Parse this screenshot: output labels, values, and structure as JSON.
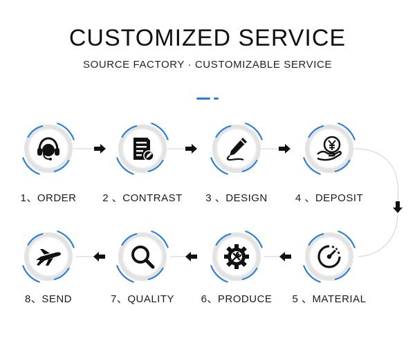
{
  "header": {
    "title": "CUSTOMIZED SERVICE",
    "subtitle": "SOURCE FACTORY · CUSTOMIZABLE SERVICE"
  },
  "colors": {
    "accent": "#2b7fd6",
    "ring_gray": "#e4e4e4",
    "icon": "#1a1a1a",
    "connector": "#cfcfcf"
  },
  "steps": [
    {
      "label": "1、ORDER",
      "icon": "headset-icon"
    },
    {
      "label": "2 、CONTRAST",
      "icon": "document-edit-icon"
    },
    {
      "label": "3 、DESIGN",
      "icon": "pen-icon"
    },
    {
      "label": "4 、DEPOSIT",
      "icon": "yen-coin-hand-icon"
    },
    {
      "label": "5 、MATERIAL",
      "icon": "speedometer-icon"
    },
    {
      "label": "6、PRODUCE",
      "icon": "gear-tools-icon"
    },
    {
      "label": "7、QUALITY",
      "icon": "magnifier-icon"
    },
    {
      "label": "8、SEND",
      "icon": "airplane-icon"
    }
  ]
}
